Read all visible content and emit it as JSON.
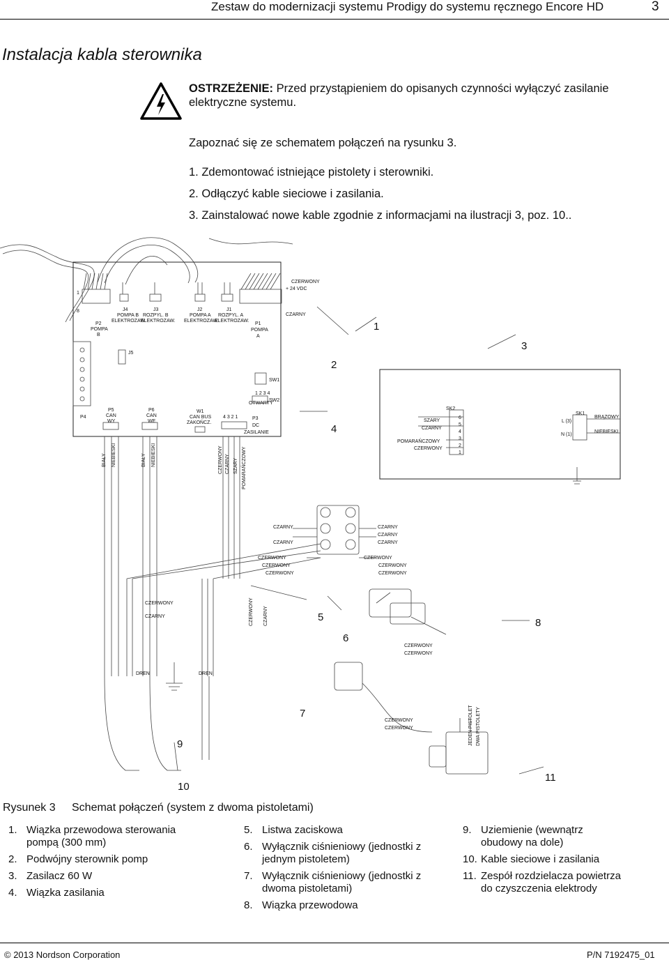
{
  "header": {
    "title": "Zestaw do modernizacji systemu Prodigy do systemu ręcznego Encore HD",
    "page_number": "3"
  },
  "section_title": "Instalacja kabla sterownika",
  "warning": {
    "label": "OSTRZEŻENIE:",
    "text": "Przed przystąpieniem do opisanych czynności wyłączyć zasilanie elektryczne systemu."
  },
  "intro": "Zapoznać się ze schematem połączeń na rysunku 3.",
  "steps": [
    "1. Zdemontować istniejące pistolety i sterowniki.",
    "2. Odłączyć kable sieciowe i zasilania.",
    "3. Zainstalować nowe kable zgodnie z informacjami na ilustracji 3, poz. 10.."
  ],
  "diagram": {
    "board_labels": {
      "czerwony_24vdc": "CZERWONY",
      "vdc": "+ 24 VDC",
      "j4": "J4",
      "pompa_b": "POMPA B",
      "elektrozaw_1": "ELEKTROZAW.",
      "j3": "J3",
      "rozpyl_b": "ROZPYL. B",
      "elektrozaw_2": "ELEKTROZAW.",
      "j2": "J2",
      "pompa_a": "POMPA A",
      "elektrozaw_3": "ELEKTROZAW.",
      "j1": "J1",
      "rozpyl_a": "ROZPYL. A",
      "elektrozaw_4": "ELEKTROZAW.",
      "p2": "P2",
      "pompa_p2": "POMPA",
      "b_p2": "B",
      "p1": "P1",
      "pompa_p1": "POMPA",
      "a_p1": "A",
      "czarny_top": "CZARNY",
      "j5": "J5",
      "sw1": "SW1",
      "sw2": "SW2",
      "otwarty": "OTWARTY",
      "p4": "P4",
      "p5": "P5",
      "can_p5": "CAN",
      "wy": "WY",
      "p6": "P6",
      "can_p6": "CAN",
      "we": "WE",
      "w1": "W1",
      "can_bus": "CAN BUS",
      "zakoncz": "ZAKOŃCZ.",
      "p3": "P3",
      "dc": "DC",
      "zasilanie": "ZASILANIE",
      "pins_p3": "4  3  2  1",
      "pins_sw2": "1 2 3 4",
      "one": "1",
      "eight": "8"
    },
    "psu_labels": {
      "sk2": "SK2",
      "szary": "SZARY",
      "czarny": "CZARNY",
      "pomaranczowy": "POMARAŃCZOWY",
      "czerwony": "CZERWONY",
      "pins": [
        "6",
        "5",
        "4",
        "3",
        "2",
        "1"
      ],
      "sk1": "SK1",
      "l3": "L (3)",
      "n1": "N (1)",
      "brazowy": "BRĄZOWY",
      "niebieski": "NIEBIESKI"
    },
    "vertical_wires": {
      "bialy1": "BIAŁY",
      "niebieski1": "NIEBIESKI",
      "bialy2": "BIAŁY",
      "niebieski2": "NIEBIESKI",
      "czerwony": "CZERWONY",
      "czarny": "CZARNY",
      "szary": "SZARY",
      "pomaranczowy": "POMARAŃCZOWY",
      "czerwony2": "CZERWONY",
      "czarny2": "CZARNY"
    },
    "terminal_labels": {
      "left": [
        "CZARNY",
        "CZARNY",
        "CZERWONY",
        "CZERWONY",
        "CZERWONY"
      ],
      "right": [
        "CZARNY",
        "CZARNY",
        "CZARNY",
        "CZERWONY",
        "CZERWONY",
        "CZERWONY"
      ]
    },
    "lower_labels": {
      "czerwony_a": "CZERWONY",
      "czarny_a": "CZARNY",
      "czerwony_8a": "CZERWONY",
      "czerwony_8b": "CZERWONY",
      "dren1": "DREN",
      "dren2": "DREN",
      "czerwony_7a": "CZERWONY",
      "czerwony_7b": "CZERWONY",
      "jeden_pistolet": "JEDEN PISTOLET",
      "dwa_pistolety": "DWA PISTOLETY"
    },
    "callouts": [
      "1",
      "2",
      "3",
      "4",
      "5",
      "6",
      "7",
      "8",
      "9",
      "10",
      "11"
    ]
  },
  "figure": {
    "label": "Rysunek 3",
    "caption": "Schemat połączeń (system z dwoma pistoletami)"
  },
  "legend": [
    [
      {
        "n": "1.",
        "t": "Wiązka przewodowa sterowania pompą (300 mm)"
      },
      {
        "n": "2.",
        "t": "Podwójny sterownik pomp"
      },
      {
        "n": "3.",
        "t": "Zasilacz 60 W"
      },
      {
        "n": "4.",
        "t": "Wiązka zasilania"
      }
    ],
    [
      {
        "n": "5.",
        "t": "Listwa zaciskowa"
      },
      {
        "n": "6.",
        "t": "Wyłącznik ciśnieniowy (jednostki z jednym pistoletem)"
      },
      {
        "n": "7.",
        "t": "Wyłącznik ciśnieniowy (jednostki z dwoma pistoletami)"
      },
      {
        "n": "8.",
        "t": "Wiązka przewodowa"
      }
    ],
    [
      {
        "n": "9.",
        "t": "Uziemienie (wewnątrz obudowy na dole)"
      },
      {
        "n": "10.",
        "t": "Kable sieciowe i zasilania"
      },
      {
        "n": "11.",
        "t": "Zespół rozdzielacza powietrza do czyszczenia elektrody"
      }
    ]
  ],
  "footer": {
    "copyright": "© 2013 Nordson Corporation",
    "part_number": "P/N 7192475_01"
  }
}
